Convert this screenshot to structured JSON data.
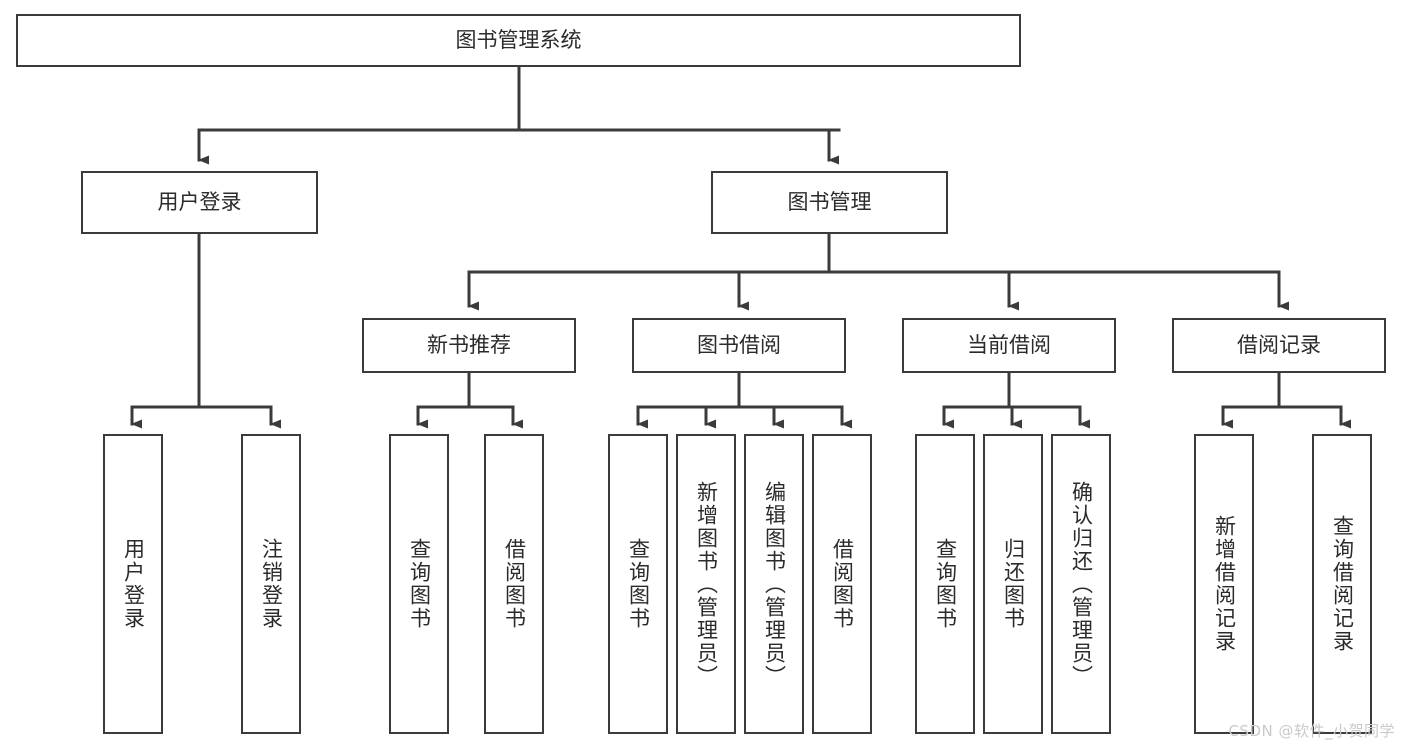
{
  "diagram": {
    "type": "tree-hierarchy-chart",
    "title": "图书管理系统",
    "stroke_color": "#3b3b3b",
    "background_color": "#ffffff",
    "text_color": "#2b2b2b",
    "watermark": "CSDN @软件_小贺同学",
    "watermark_color": "#c9c9c9",
    "levels": {
      "root": {
        "label": "图书管理系统"
      },
      "level2": [
        {
          "label": "用户登录"
        },
        {
          "label": "图书管理"
        }
      ],
      "level3": [
        {
          "label": "新书推荐"
        },
        {
          "label": "图书借阅"
        },
        {
          "label": "当前借阅"
        },
        {
          "label": "借阅记录"
        }
      ],
      "leaves": [
        {
          "label": "用户登录",
          "parent": "用户登录"
        },
        {
          "label": "注销登录",
          "parent": "用户登录"
        },
        {
          "label": "查询图书",
          "parent": "新书推荐"
        },
        {
          "label": "借阅图书",
          "parent": "新书推荐"
        },
        {
          "label": "查询图书",
          "parent": "图书借阅"
        },
        {
          "label": "新增图书（管理员）",
          "parent": "图书借阅"
        },
        {
          "label": "编辑图书（管理员）",
          "parent": "图书借阅"
        },
        {
          "label": "借阅图书",
          "parent": "图书借阅"
        },
        {
          "label": "查询图书",
          "parent": "当前借阅"
        },
        {
          "label": "归还图书",
          "parent": "当前借阅"
        },
        {
          "label": "确认归还（管理员）",
          "parent": "当前借阅"
        },
        {
          "label": "新增借阅记录",
          "parent": "借阅记录"
        },
        {
          "label": "查询借阅记录",
          "parent": "借阅记录"
        }
      ]
    }
  }
}
